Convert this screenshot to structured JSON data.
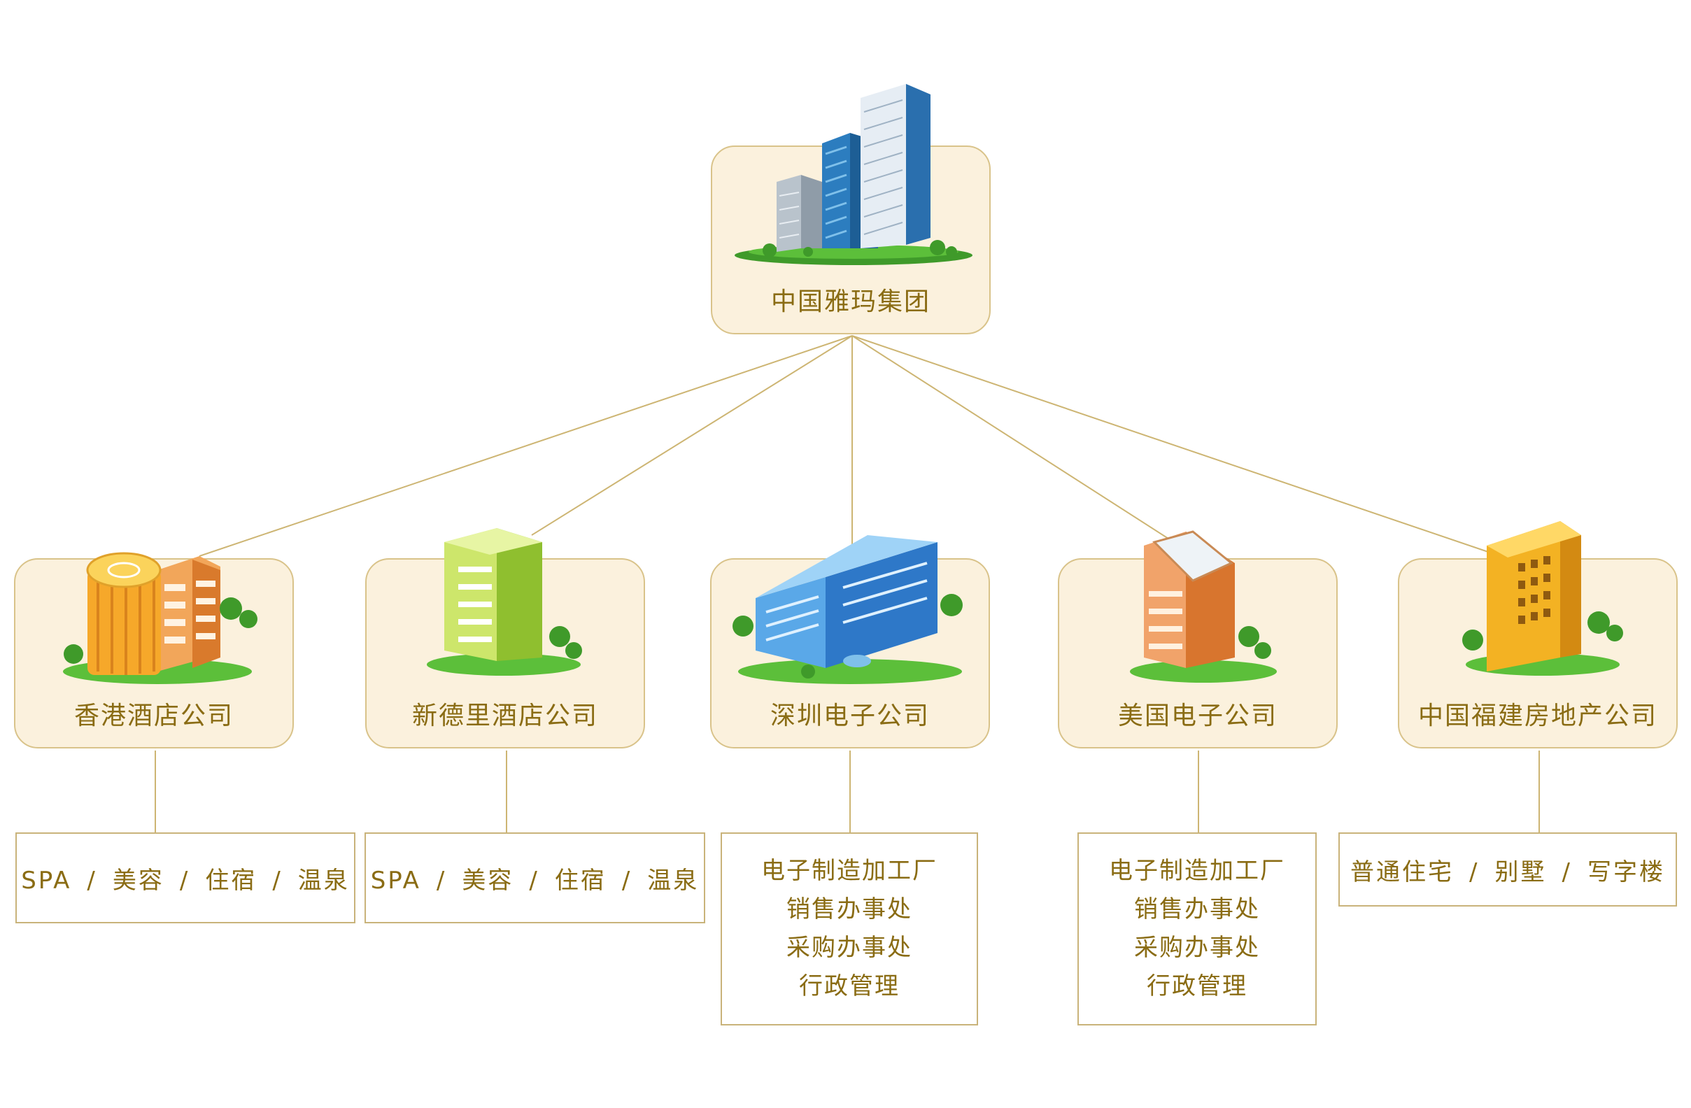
{
  "diagram": {
    "root": {
      "label": "中国雅玛集团"
    },
    "companies": [
      {
        "label": "香港酒店公司",
        "details": [
          "SPA",
          "美容",
          "住宿",
          "温泉"
        ]
      },
      {
        "label": "新德里酒店公司",
        "details": [
          "SPA",
          "美容",
          "住宿",
          "温泉"
        ]
      },
      {
        "label": "深圳电子公司",
        "details": [
          "电子制造加工厂",
          "销售办事处",
          "采购办事处",
          "行政管理"
        ]
      },
      {
        "label": "美国电子公司",
        "details": [
          "电子制造加工厂",
          "销售办事处",
          "采购办事处",
          "行政管理"
        ]
      },
      {
        "label": "中国福建房地产公司",
        "details": [
          "普通住宅",
          "别墅",
          "写字楼"
        ]
      }
    ],
    "separator": "/"
  },
  "colors": {
    "card_fill": "#fbf1dd",
    "card_border": "#d9c38a",
    "text": "#8a6c14",
    "connector": "#cdb573"
  },
  "icons": {
    "root": "office-towers-icon",
    "companies": [
      "hotel-helipad-icon",
      "green-hotel-icon",
      "blue-factory-icon",
      "orange-office-icon",
      "yellow-apartment-icon"
    ]
  }
}
